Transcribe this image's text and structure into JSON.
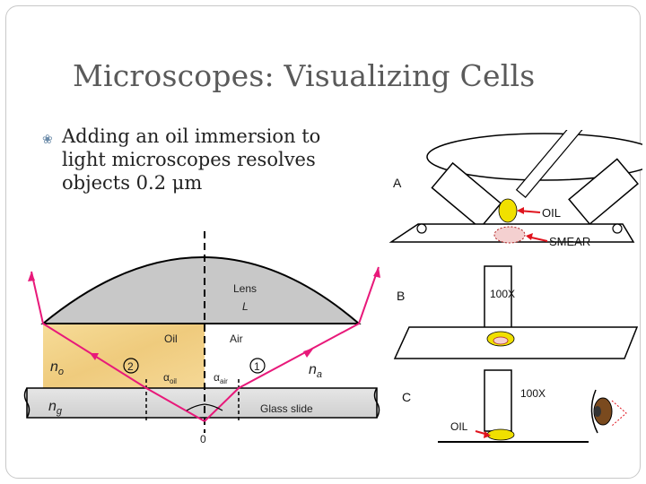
{
  "slide": {
    "title": "Microscopes: Visualizing Cells",
    "bullet": "Adding an oil immersion to light microscopes resolves objects 0.2 μm"
  },
  "figure_left": {
    "lens_label": "Lens",
    "lens_symbol": "L",
    "oil_label": "Oil",
    "air_label": "Air",
    "n_oil": "n",
    "n_oil_sub": "o",
    "n_air": "n",
    "n_air_sub": "a",
    "n_glass": "n",
    "n_glass_sub": "g",
    "alpha_oil": "α",
    "alpha_oil_sub": "oil",
    "alpha_air": "α",
    "alpha_air_sub": "air",
    "ray_2": "2",
    "ray_1": "1",
    "glass_label": "Glass slide",
    "origin_label": "0",
    "colors": {
      "ray": "#e8197a",
      "lens": "#c8c8c8",
      "oil": "#f3d58f",
      "glass": "#d9d9d9"
    }
  },
  "figure_right": {
    "label_a": "A",
    "label_b": "B",
    "label_c": "C",
    "oil_label_a": "OIL",
    "smear_label": "SMEAR",
    "mag_b": "100X",
    "mag_c": "100X",
    "oil_label_c": "OIL",
    "colors": {
      "arrow": "#e0141e",
      "oil": "#f0e000"
    }
  }
}
